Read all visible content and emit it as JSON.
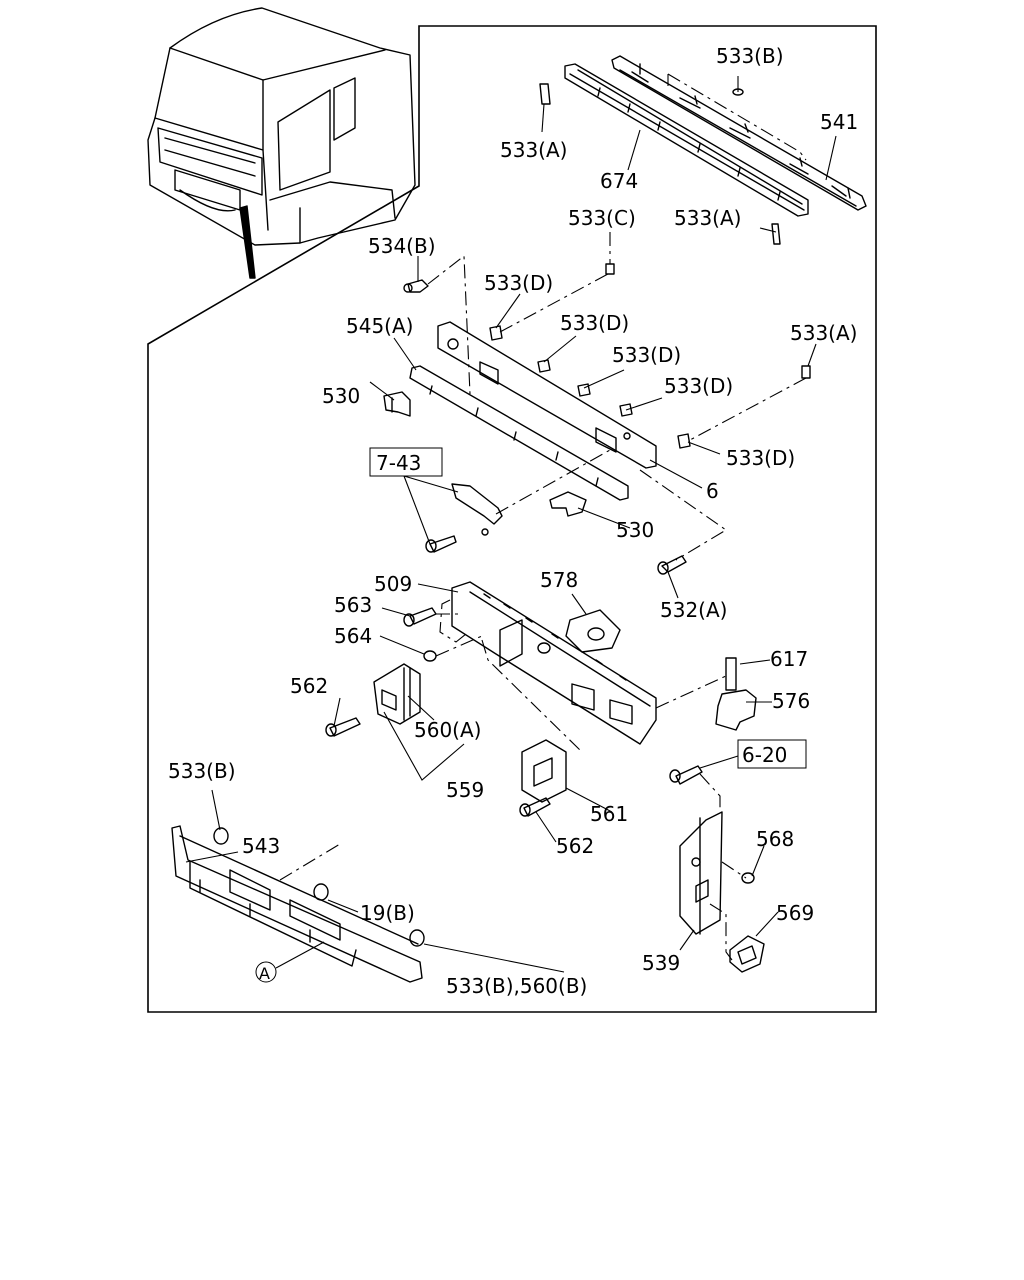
{
  "labels": {
    "l533B_top": "533(B)",
    "l541": "541",
    "l533A_1": "533(A)",
    "l674": "674",
    "l533C": "533(C)",
    "l533A_2": "533(A)",
    "l534B": "534(B)",
    "l533D_1": "533(D)",
    "l545A": "545(A)",
    "l533D_2": "533(D)",
    "l533A_3": "533(A)",
    "l533D_3": "533(D)",
    "l530_1": "530",
    "l533D_4": "533(D)",
    "l533D_5": "533(D)",
    "l6": "6",
    "ref743": "7-43",
    "l530_2": "530",
    "l578": "578",
    "l509": "509",
    "l563": "563",
    "l532A": "532(A)",
    "l564": "564",
    "l617": "617",
    "l562_1": "562",
    "l576": "576",
    "l560A": "560(A)",
    "ref620": "6-20",
    "l533B_2": "533(B)",
    "l559": "559",
    "l561": "561",
    "l568": "568",
    "l543": "543",
    "l562_2": "562",
    "l19B": "19(B)",
    "l569": "569",
    "l539": "539",
    "circA": "A",
    "l533B560B": "533(B),560(B)"
  }
}
